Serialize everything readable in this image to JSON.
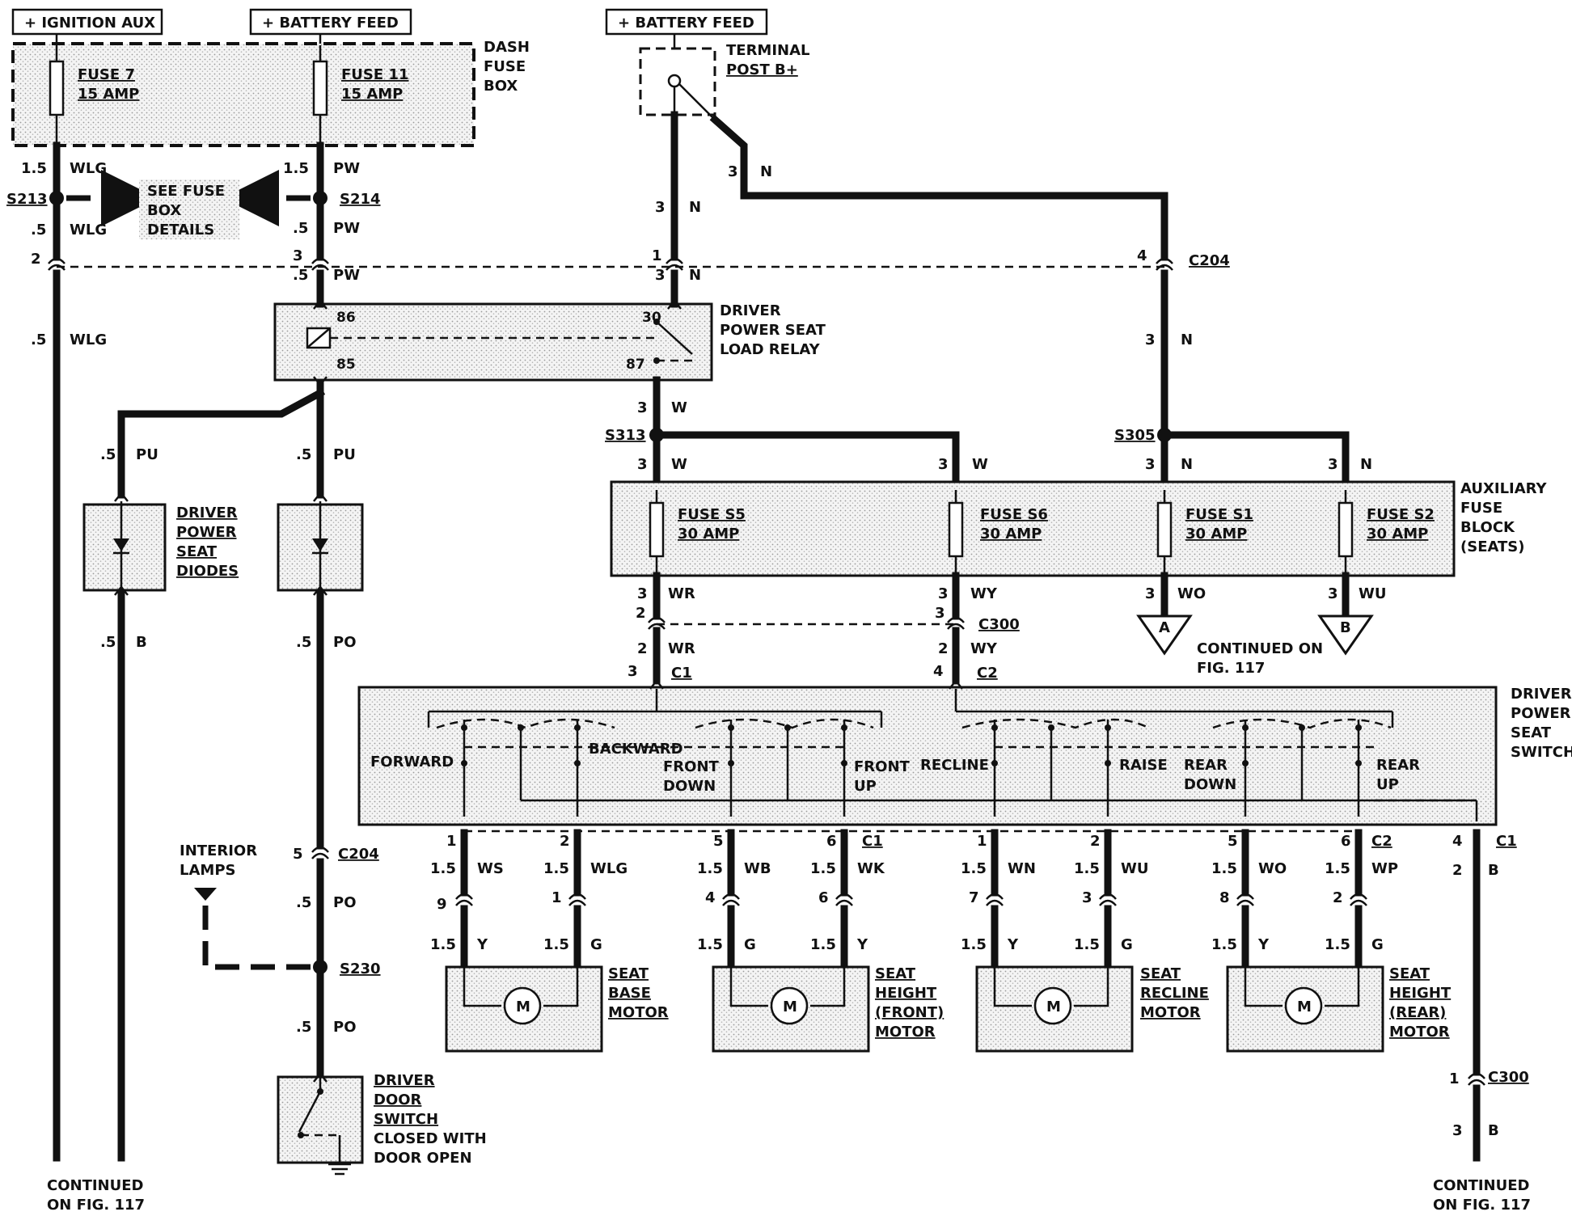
{
  "feeds": {
    "ignition_aux": "+ IGNITION AUX",
    "battery_feed_1": "+ BATTERY FEED",
    "battery_feed_2": "+ BATTERY FEED"
  },
  "components": {
    "dash_fuse_box": [
      "DASH",
      "FUSE",
      "BOX"
    ],
    "fuse7": [
      "FUSE 7",
      "15 AMP"
    ],
    "fuse11": [
      "FUSE 11",
      "15 AMP"
    ],
    "terminal_post": [
      "TERMINAL",
      "POST B+"
    ],
    "see_fuse_box": [
      "SEE FUSE",
      "BOX",
      "DETAILS"
    ],
    "relay": [
      "DRIVER",
      "POWER SEAT",
      "LOAD RELAY"
    ],
    "relay_pins": [
      "86",
      "85",
      "30",
      "87"
    ],
    "diodes": [
      "DRIVER",
      "POWER",
      "SEAT",
      "DIODES"
    ],
    "aux_fuse_block": [
      "AUXILIARY",
      "FUSE",
      "BLOCK",
      "(SEATS)"
    ],
    "fuse_s5": [
      "FUSE S5",
      "30 AMP"
    ],
    "fuse_s6": [
      "FUSE S6",
      "30 AMP"
    ],
    "fuse_s1": [
      "FUSE S1",
      "30 AMP"
    ],
    "fuse_s2": [
      "FUSE S2",
      "30 AMP"
    ],
    "seat_switch": [
      "DRIVER",
      "POWER",
      "SEAT",
      "SWITCH"
    ],
    "switch_positions": [
      "FORWARD",
      "BACKWARD",
      "FRONT",
      "DOWN",
      "FRONT",
      "UP",
      "RECLINE",
      "RAISE",
      "REAR",
      "DOWN",
      "REAR",
      "UP"
    ],
    "interior_lamps": [
      "INTERIOR",
      "LAMPS"
    ],
    "door_switch": [
      "DRIVER",
      "DOOR",
      "SWITCH",
      "CLOSED WITH",
      "DOOR OPEN"
    ],
    "motor_base": [
      "SEAT",
      "BASE",
      "MOTOR"
    ],
    "motor_front": [
      "SEAT",
      "HEIGHT",
      "(FRONT)",
      "MOTOR"
    ],
    "motor_recline": [
      "SEAT",
      "RECLINE",
      "MOTOR"
    ],
    "motor_rear": [
      "SEAT",
      "HEIGHT",
      "(REAR)",
      "MOTOR"
    ],
    "motor_symbol": "M",
    "connector_A": "A",
    "connector_B": "B"
  },
  "splices": [
    "S213",
    "S214",
    "S313",
    "S305",
    "S230"
  ],
  "connectors": [
    "C204",
    "C300",
    "C1",
    "C2"
  ],
  "continued": {
    "left": [
      "CONTINUED",
      "ON FIG. 117"
    ],
    "middle": [
      "CONTINUED ON",
      "FIG. 117"
    ],
    "right": [
      "CONTINUED",
      "ON FIG. 117"
    ]
  },
  "wire_labels": [
    {
      "s": "1.5",
      "c": "WLG"
    },
    {
      "s": ".5",
      "c": "WLG"
    },
    {
      "s": "1.5",
      "c": "PW"
    },
    {
      "s": ".5",
      "c": "PW"
    },
    {
      "s": "3",
      "c": "N"
    },
    {
      "s": "3",
      "c": "W"
    },
    {
      "s": ".5",
      "c": "PU"
    },
    {
      "s": ".5",
      "c": "B"
    },
    {
      "s": ".5",
      "c": "PO"
    },
    {
      "s": "3",
      "c": "WR"
    },
    {
      "s": "3",
      "c": "WY"
    },
    {
      "s": "3",
      "c": "WO"
    },
    {
      "s": "3",
      "c": "WU"
    },
    {
      "s": "2",
      "c": "WR"
    },
    {
      "s": "2",
      "c": "WY"
    },
    {
      "s": "1.5",
      "c": "WS"
    },
    {
      "s": "1.5",
      "c": "WLG"
    },
    {
      "s": "1.5",
      "c": "WB"
    },
    {
      "s": "1.5",
      "c": "WK"
    },
    {
      "s": "1.5",
      "c": "WN"
    },
    {
      "s": "1.5",
      "c": "WU"
    },
    {
      "s": "1.5",
      "c": "WO"
    },
    {
      "s": "1.5",
      "c": "WP"
    },
    {
      "s": "1.5",
      "c": "Y"
    },
    {
      "s": "1.5",
      "c": "G"
    },
    {
      "s": "2",
      "c": "B"
    },
    {
      "s": "3",
      "c": "B"
    }
  ]
}
